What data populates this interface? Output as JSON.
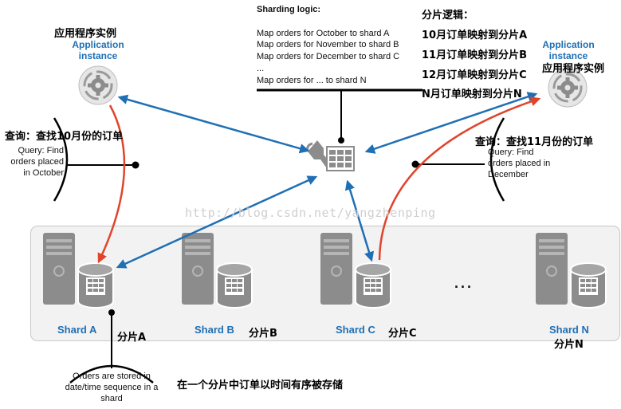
{
  "logic": {
    "title": "Sharding logic:",
    "lines": [
      "Map orders for October to shard A",
      "Map orders for November to shard B",
      "Map orders for December to shard C",
      "...",
      "Map orders for ... to shard N"
    ],
    "cn_title": "分片逻辑：",
    "cn_lines": [
      "10月订单映射到分片A",
      "11月订单映射到分片B",
      "12月订单映射到分片C",
      "N月订单映射到分片N"
    ]
  },
  "left_app": {
    "cn_label": "应用程序实例",
    "en_label": "Application instance"
  },
  "right_app": {
    "cn_label": "应用程序实例",
    "en_label": "Application instance"
  },
  "left_query": {
    "cn_label": "查询：查找10月份的订单",
    "en_label": "Query: Find orders placed in October"
  },
  "right_query": {
    "cn_label": "查询：查找11月份的订单",
    "en_label": "Query: Find orders placed in December"
  },
  "shards": [
    {
      "label": "Shard A",
      "cn": "分片A"
    },
    {
      "label": "Shard B",
      "cn": "分片B"
    },
    {
      "label": "Shard C",
      "cn": "分片C"
    },
    {
      "label": "Shard N",
      "cn": "分片N"
    }
  ],
  "ellipsis": "...",
  "orders_note": "Orders are stored in date/time sequence in a shard",
  "cn_note": "在一个分片中订单以时间有序被存储",
  "watermark": "http://blog.csdn.net/yangzhenping",
  "colors": {
    "blue_arrow": "#1f6fb4",
    "red_arrow": "#e0442b",
    "server": "#8c8c8c",
    "panel": "#f2f2f2"
  }
}
